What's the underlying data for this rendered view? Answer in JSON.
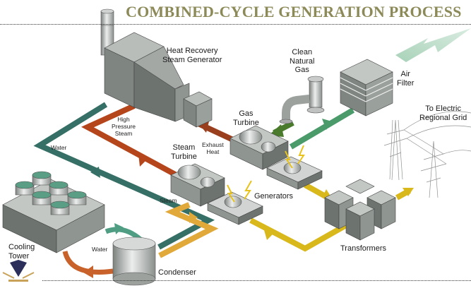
{
  "title": "COMBINED-CYCLE GENERATION PROCESS",
  "colors": {
    "title": "#8c8a58",
    "steam_flow": "#b5451b",
    "exhaust_flow": "#9a3f1e",
    "water_flow": "#356f66",
    "cooling_water_flow": "#4f9e84",
    "hot_water_return": "#c8622a",
    "low_steam_flow": "#e0a93a",
    "power_flow": "#d9b81c",
    "air_flow": "#4a9a6a",
    "gas_flow": "#4a7a2c",
    "equipment": "#8f9590"
  },
  "components": {
    "hrsg": [
      "Heat Recovery",
      "Steam Generator"
    ],
    "natural_gas": [
      "Clean",
      "Natural",
      "Gas"
    ],
    "air_filter": [
      "Air",
      "Filter"
    ],
    "gas_turbine": [
      "Gas",
      "Turbine"
    ],
    "steam_turbine": [
      "Steam",
      "Turbine"
    ],
    "generators": "Generators",
    "transformers": "Transformers",
    "grid": [
      "To Electric",
      "Regional Grid"
    ],
    "cooling_tower": [
      "Cooling",
      "Tower"
    ],
    "condenser": "Condenser"
  },
  "flows": {
    "high_pressure_steam": [
      "High",
      "Pressure",
      "Steam"
    ],
    "exhaust_heat": [
      "Exhaust",
      "Heat"
    ],
    "water_upper": "Water",
    "water_lower": "Water",
    "steam_lower": "Steam"
  }
}
